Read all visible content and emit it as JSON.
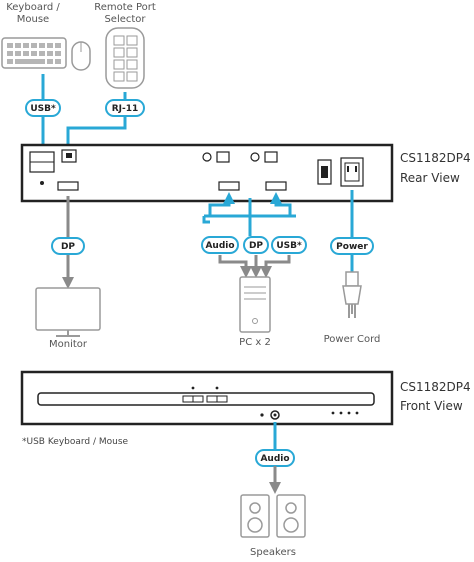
{
  "devices": {
    "keyboard_mouse_label": [
      "Keyboard /",
      "Mouse"
    ],
    "remote_port_selector_label": [
      "Remote Port",
      "Selector"
    ],
    "monitor_label": "Monitor",
    "pc_label": "PC x 2",
    "power_cord_label": "Power Cord",
    "speakers_label": "Speakers"
  },
  "unit": {
    "rear_model": "CS1182DP4",
    "rear_view": "Rear View",
    "front_model": "CS1182DP4",
    "front_view": "Front View"
  },
  "connectors": {
    "usb": "USB*",
    "rj11": "RJ-11",
    "dp_monitor": "DP",
    "pc_audio": "Audio",
    "pc_dp": "DP",
    "pc_usb": "USB*",
    "power": "Power",
    "speaker_audio": "Audio"
  },
  "footnote": "*USB Keyboard / Mouse"
}
